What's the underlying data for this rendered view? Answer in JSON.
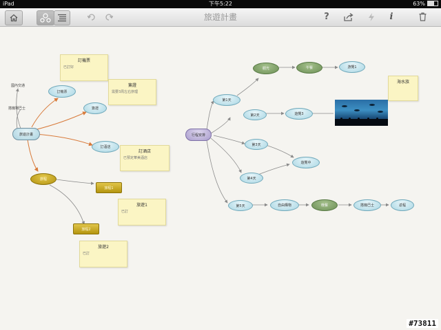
{
  "status_bar": {
    "device": "iPad",
    "time": "下午5:22",
    "battery": "63%",
    "battery_level": 0.63
  },
  "toolbar": {
    "title": "旅遊計畫",
    "home_icon": "home-icon",
    "mindmap_view_icon": "mindmap-icon",
    "outline_view_icon": "outline-icon",
    "undo_icon": "undo-icon",
    "redo_icon": "redo-icon",
    "help_label": "?",
    "share_icon": "share-icon",
    "style_icon": "lightning-icon",
    "info_icon": "info-icon",
    "trash_icon": "trash-icon"
  },
  "mindmap": {
    "left_nodes": {
      "root": "旅遊計畫",
      "ticket": "訂機票",
      "visa": "簽證",
      "hotel": "訂酒店",
      "transport": "國內交通",
      "airport_bus": "搭機場巴士",
      "trip": "旅程",
      "leg1": "旅程1",
      "leg2": "旅程2"
    },
    "left_notes": {
      "ticket_note": {
        "title": "訂機票",
        "body": "已訂好"
      },
      "visa_note": {
        "title": "簽證",
        "body": "需要3周左右辦理"
      },
      "hotel_note": {
        "title": "訂酒店",
        "body": "已預定華美酒店"
      },
      "leg1_note": {
        "title": "旅遊1",
        "body": "已訂"
      },
      "leg2_note": {
        "title": "旅遊2",
        "body": "已訂"
      }
    },
    "right_nodes": {
      "root": "行程安排",
      "day1": "第1天",
      "day2": "第2天",
      "day3": "第3天",
      "day4": "第4天",
      "day5": "第5天",
      "d1_a": "觀光",
      "d1_b": "午餐",
      "d1_c": "游覽1",
      "d2_a": "遊覽3",
      "d4_a": "遊覽中",
      "d5_a": "自由購物",
      "d5_b": "晚餐",
      "d5_c": "搭機巴士",
      "d5_d": "返程"
    },
    "right_notes": {
      "aquarium_note": {
        "title": "海水族",
        "body": ""
      }
    }
  },
  "colors": {
    "blue_node": "#a9d6e3",
    "green_node": "#6d9056",
    "gold_node": "#b39310",
    "note": "#fbf5c4",
    "orange_link": "#d87a3a",
    "grey_link": "#8a8a8a"
  },
  "watermark": "#73811"
}
